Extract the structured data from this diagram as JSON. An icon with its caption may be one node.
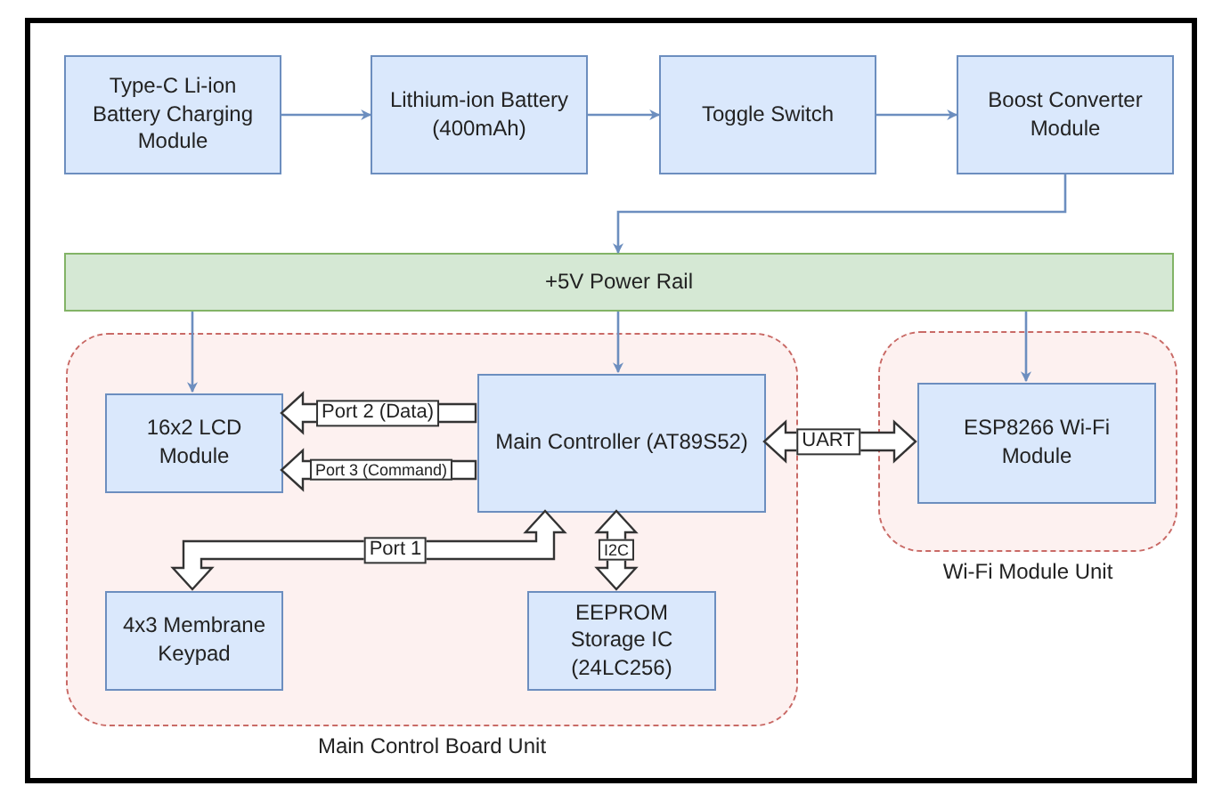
{
  "diagram": {
    "nodes": [
      {
        "text": [
          "Type-C Li-ion Battery Charging Module"
        ]
      },
      {
        "text": [
          "Lithium-ion Battery (400mAh)"
        ]
      },
      {
        "text": [
          "Toggle Switch"
        ]
      },
      {
        "text": [
          "Boost Converter Module"
        ]
      },
      {
        "text": [
          "+5V Power Rail"
        ]
      },
      {
        "text": [
          "Main Control Board Unit"
        ]
      },
      {
        "text": [
          "16x2 LCD Module"
        ],
        "in": 5
      },
      {
        "text": [
          "Main Controller (AT89S52)"
        ],
        "in": 5
      },
      {
        "text": [
          "4x3 Membrane Keypad"
        ],
        "in": 5
      },
      {
        "text": [
          "EEPROM Storage IC (24LC256)"
        ],
        "in": 5
      },
      {
        "text": [
          "Wi-Fi Module Unit"
        ]
      },
      {
        "text": [
          "ESP8266 Wi-Fi Module"
        ],
        "in": 10
      }
    ],
    "edges": [
      {
        "from": 0,
        "to": 1,
        "arrow": "to"
      },
      {
        "from": 1,
        "to": 2,
        "arrow": "to"
      },
      {
        "from": 2,
        "to": 3,
        "arrow": "to"
      },
      {
        "from": 3,
        "to": 4,
        "arrow": "to"
      },
      {
        "from": 4,
        "to": 6,
        "arrow": "to"
      },
      {
        "from": 4,
        "to": 7,
        "arrow": "to"
      },
      {
        "from": 4,
        "to": 11,
        "arrow": "to"
      },
      {
        "from": 7,
        "to": 6,
        "arrow": "to",
        "label": "Port 2 (Data)",
        "style": "thick",
        "color": "#333333"
      },
      {
        "from": 7,
        "to": 6,
        "arrow": "to",
        "label": "Port 3 (Command)",
        "style": "thick",
        "color": "#333333"
      },
      {
        "from": 7,
        "to": 8,
        "arrow": "both",
        "label": "Port 1",
        "style": "thick",
        "color": "#333333"
      },
      {
        "from": 7,
        "to": 9,
        "arrow": "both",
        "label": "I2C",
        "style": "thick",
        "color": "#333333"
      },
      {
        "from": 7,
        "to": 11,
        "arrow": "both",
        "label": "UART",
        "style": "thick",
        "color": "#333333"
      }
    ]
  }
}
